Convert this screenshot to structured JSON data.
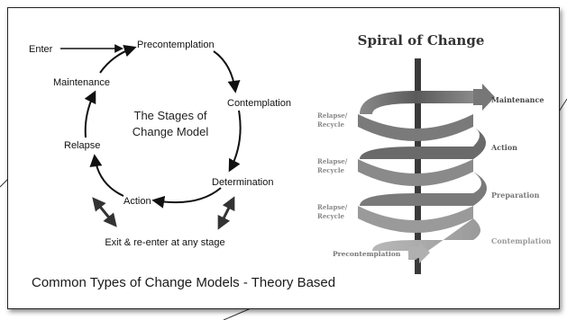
{
  "left_diagram": {
    "center_title_line1": "The Stages of",
    "center_title_line2": "Change Model",
    "enter_label": "Enter",
    "stages": {
      "precontemplation": "Precontemplation",
      "contemplation": "Contemplation",
      "determination": "Determination",
      "action": "Action",
      "relapse": "Relapse",
      "maintenance": "Maintenance"
    },
    "exit_label": "Exit & re-enter at any stage"
  },
  "right_diagram": {
    "title": "Spiral of Change",
    "stages_right": [
      "Maintenance",
      "Action",
      "Preparation",
      "Contemplation"
    ],
    "relapse_labels": [
      {
        "line1": "Relapse/",
        "line2": "Recycle"
      },
      {
        "line1": "Relapse/",
        "line2": "Recycle"
      },
      {
        "line1": "Relapse/",
        "line2": "Recycle"
      }
    ],
    "entry_stage": "Precontemplation"
  },
  "caption": "Common Types of Change Models - Theory Based",
  "colors": {
    "ribbon": "#6e6e6e",
    "ribbon_light": "#a9a9a9",
    "spine": "#3a3a3a",
    "arrow": "#111111"
  }
}
